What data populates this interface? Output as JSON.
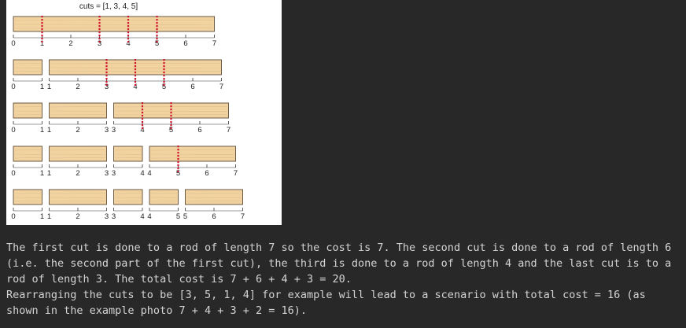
{
  "diagram": {
    "title": "cuts = [1, 3, 4, 5]",
    "colors": {
      "wood_fill": "#f1d3a2",
      "wood_stroke": "#6b5a45",
      "grain": "#dcb47a",
      "cut_mark": "#d0142e",
      "axis": "#333333"
    },
    "rows": [
      {
        "pieces": [
          [
            0,
            7
          ]
        ],
        "cut_marks": [
          1,
          3,
          4,
          5
        ]
      },
      {
        "pieces": [
          [
            0,
            1
          ],
          [
            1,
            7
          ]
        ],
        "cut_marks": [
          3,
          4,
          5
        ]
      },
      {
        "pieces": [
          [
            0,
            1
          ],
          [
            1,
            3
          ],
          [
            3,
            7
          ]
        ],
        "cut_marks": [
          4,
          5
        ]
      },
      {
        "pieces": [
          [
            0,
            1
          ],
          [
            1,
            3
          ],
          [
            3,
            4
          ],
          [
            4,
            7
          ]
        ],
        "cut_marks": [
          5
        ]
      },
      {
        "pieces": [
          [
            0,
            1
          ],
          [
            1,
            3
          ],
          [
            3,
            4
          ],
          [
            4,
            5
          ],
          [
            5,
            7
          ]
        ],
        "cut_marks": []
      }
    ]
  },
  "caption": {
    "paragraph_1": "The first cut is done to a rod of length 7 so the cost is 7. The second cut is done to a rod of length 6 (i.e. the second part of the first cut), the third is done to a rod of length 4 and the last cut is to a rod of length 3. The total cost is 7 + 6 + 4 + 3 = 20.",
    "paragraph_2": "Rearranging the cuts to be [3, 5, 1, 4] for example will lead to a scenario with total cost = 16 (as shown in the example photo 7 + 4 + 3 + 2 = 16)."
  }
}
